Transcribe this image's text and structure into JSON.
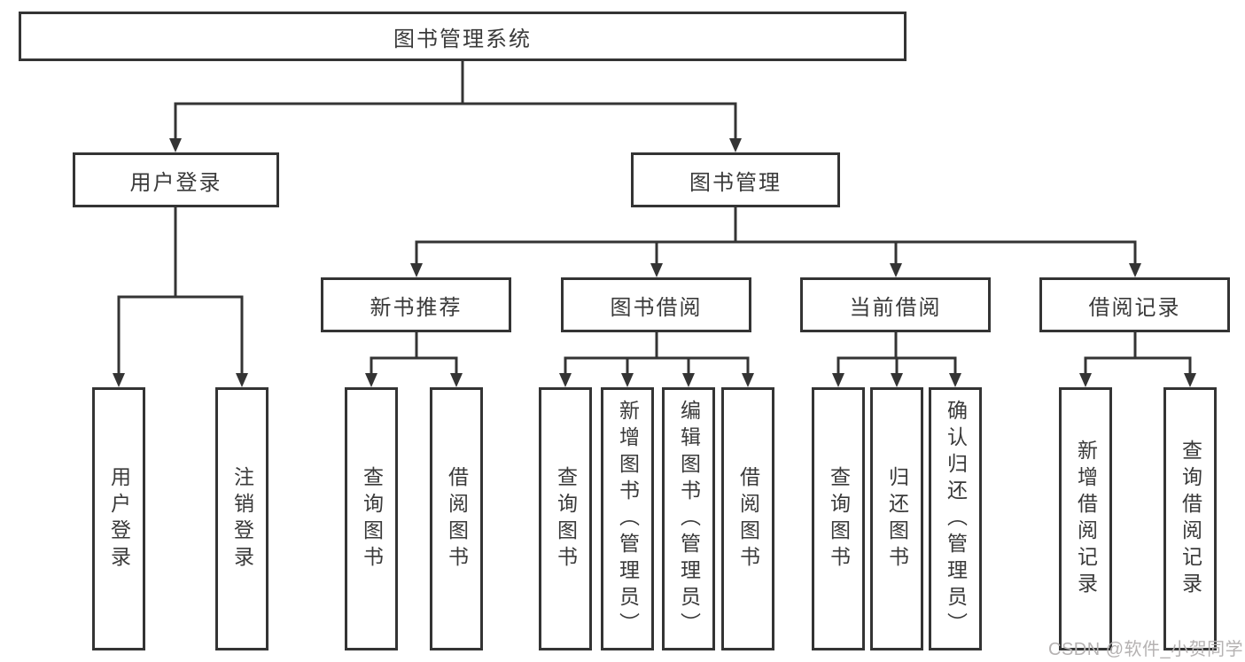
{
  "root": {
    "label": "图书管理系统"
  },
  "user_login": {
    "label": "用户登录",
    "children": [
      {
        "label": "用户登录"
      },
      {
        "label": "注销登录"
      }
    ]
  },
  "book_management": {
    "label": "图书管理",
    "sections": [
      {
        "label": "新书推荐",
        "children": [
          {
            "label": "查询图书"
          },
          {
            "label": "借阅图书"
          }
        ]
      },
      {
        "label": "图书借阅",
        "children": [
          {
            "label": "查询图书"
          },
          {
            "label": "新增图书（管理员）"
          },
          {
            "label": "编辑图书（管理员）"
          },
          {
            "label": "借阅图书"
          }
        ]
      },
      {
        "label": "当前借阅",
        "children": [
          {
            "label": "查询图书"
          },
          {
            "label": "归还图书"
          },
          {
            "label": "确认归还（管理员）"
          }
        ]
      },
      {
        "label": "借阅记录",
        "children": [
          {
            "label": "新增借阅记录"
          },
          {
            "label": "查询借阅记录"
          }
        ]
      }
    ]
  },
  "watermark": {
    "text": "CSDN @软件_小贺同学"
  },
  "colors": {
    "line": "#343434",
    "box_border": "#343434",
    "text": "#3a3a3a",
    "watermark": "#b5b2b2",
    "background": "#ffffff"
  }
}
